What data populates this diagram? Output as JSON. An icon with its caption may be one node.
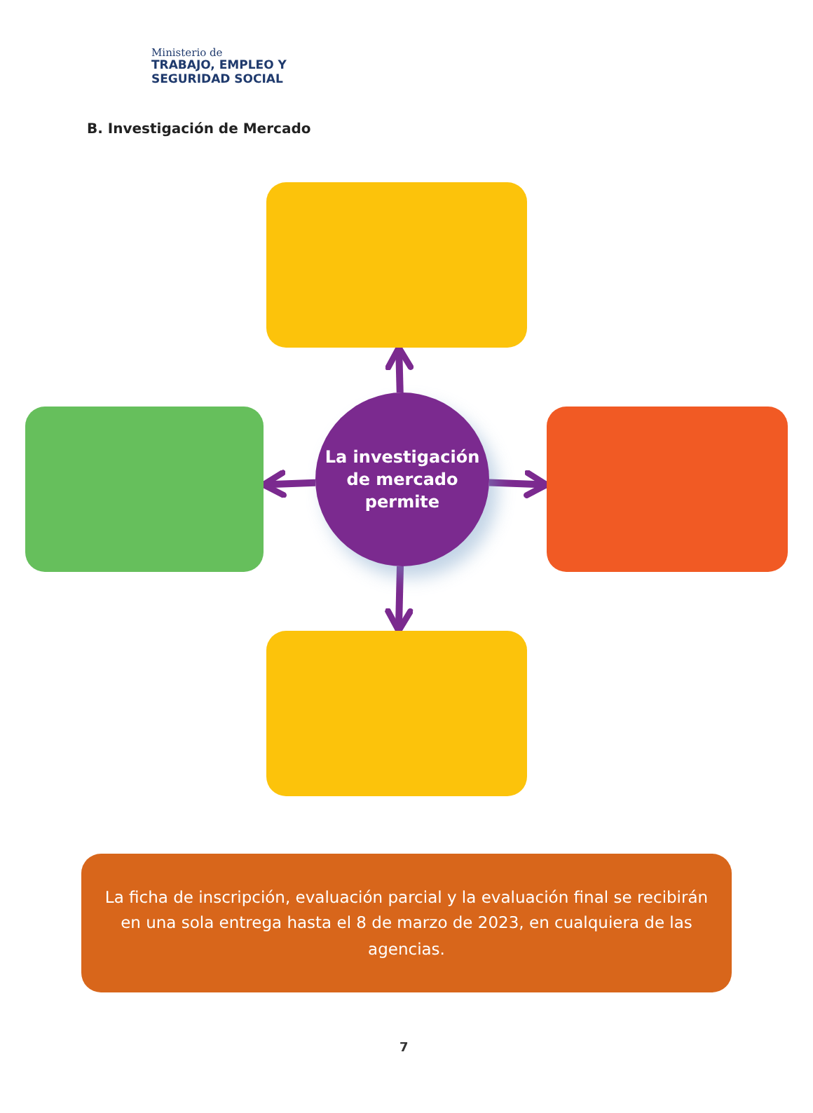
{
  "diagram": {
    "title": "B. Investigación de Mercado",
    "nodes": [
      {
        "text": [],
        "shape": "box"
      },
      {
        "text": [],
        "shape": "box"
      },
      {
        "text": [
          "La investigación de mercado permite"
        ]
      },
      {
        "text": [],
        "shape": "box"
      },
      {
        "text": [],
        "shape": "box"
      },
      {
        "text": [
          "La ficha de inscripción, evaluación parcial y la evaluación final se recibirán en una sola entrega hasta el 8 de marzo de 2023, en cualquiera de las agencias."
        ]
      }
    ],
    "edges": [
      {
        "from": 2,
        "to": 0,
        "arrow": "to"
      },
      {
        "from": 2,
        "to": 1,
        "arrow": "to"
      },
      {
        "from": 2,
        "to": 3,
        "arrow": "to"
      },
      {
        "from": 2,
        "to": 4,
        "arrow": "to"
      }
    ],
    "labels": [
      "Ministerio de",
      "TRABAJO, EMPLEO Y SEGURIDAD SOCIAL",
      "7"
    ]
  }
}
